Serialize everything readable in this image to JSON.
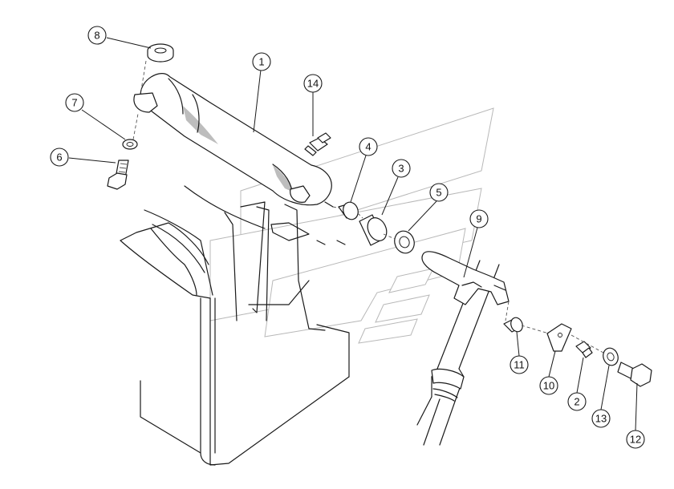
{
  "callouts": [
    {
      "number": "1",
      "part": "lever"
    },
    {
      "number": "2",
      "part": "grease-nipple"
    },
    {
      "number": "3",
      "part": "bushing"
    },
    {
      "number": "4",
      "part": "bushing"
    },
    {
      "number": "5",
      "part": "washer"
    },
    {
      "number": "6",
      "part": "bolt"
    },
    {
      "number": "7",
      "part": "lock-washer"
    },
    {
      "number": "8",
      "part": "bushing"
    },
    {
      "number": "9",
      "part": "bracket"
    },
    {
      "number": "10",
      "part": "plate"
    },
    {
      "number": "11",
      "part": "bushing"
    },
    {
      "number": "12",
      "part": "bolt"
    },
    {
      "number": "13",
      "part": "washer"
    },
    {
      "number": "14",
      "part": "grease-nipple"
    }
  ]
}
